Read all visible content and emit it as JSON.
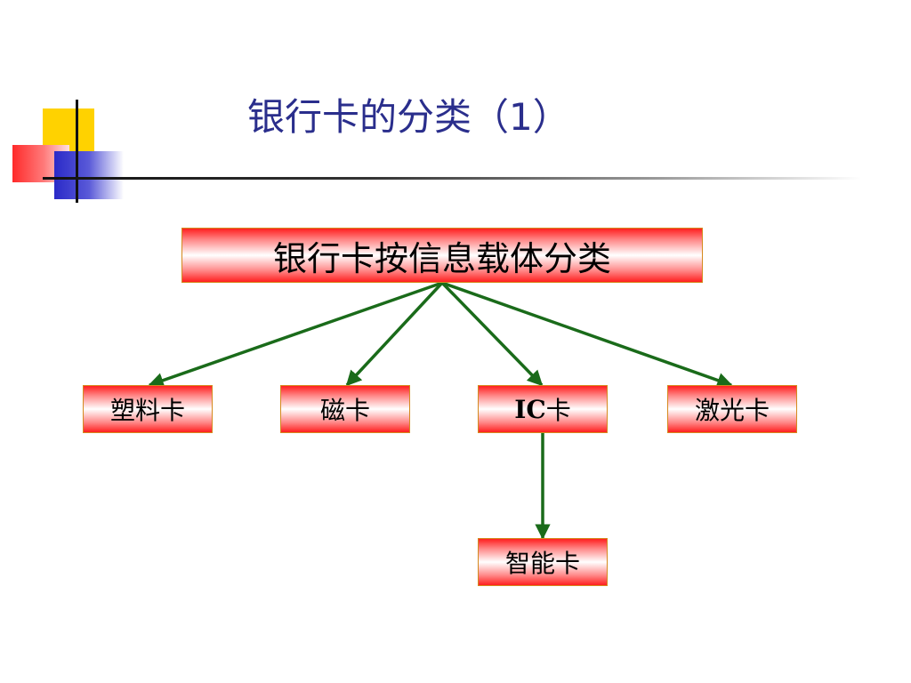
{
  "slide": {
    "title": "银行卡的分类（1）"
  },
  "diagram": {
    "root": "银行卡按信息载体分类",
    "children": {
      "plastic": "塑料卡",
      "magnetic": "磁卡",
      "ic_prefix": "IC",
      "ic_suffix": "卡",
      "laser": "激光卡"
    },
    "grandchild": {
      "smart": "智能卡"
    }
  },
  "colors": {
    "title": "#2a2e8c",
    "arrow": "#1a6b1a",
    "node_border": "#d48a1e",
    "node_gradient_edge": "#ff1f1f"
  }
}
